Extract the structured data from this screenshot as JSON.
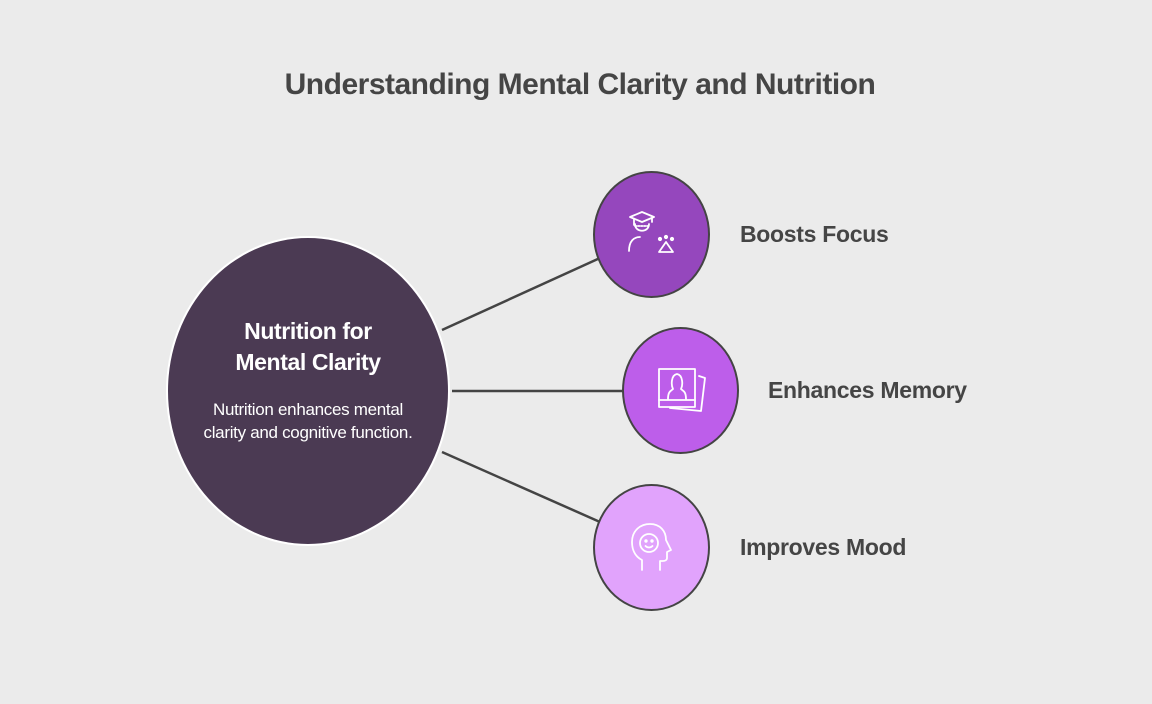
{
  "title": "Understanding Mental Clarity and Nutrition",
  "center": {
    "title_line1": "Nutrition for",
    "title_line2": "Mental Clarity",
    "description": "Nutrition enhances mental clarity and cognitive function.",
    "color": "#4b3a53"
  },
  "nodes": [
    {
      "label": "Boosts Focus",
      "icon": "student-with-paw-icon",
      "color": "#9547bd"
    },
    {
      "label": "Enhances Memory",
      "icon": "photo-portrait-icon",
      "color": "#bd5eea"
    },
    {
      "label": "Improves Mood",
      "icon": "smiling-head-icon",
      "color": "#e1a3fc"
    }
  ]
}
